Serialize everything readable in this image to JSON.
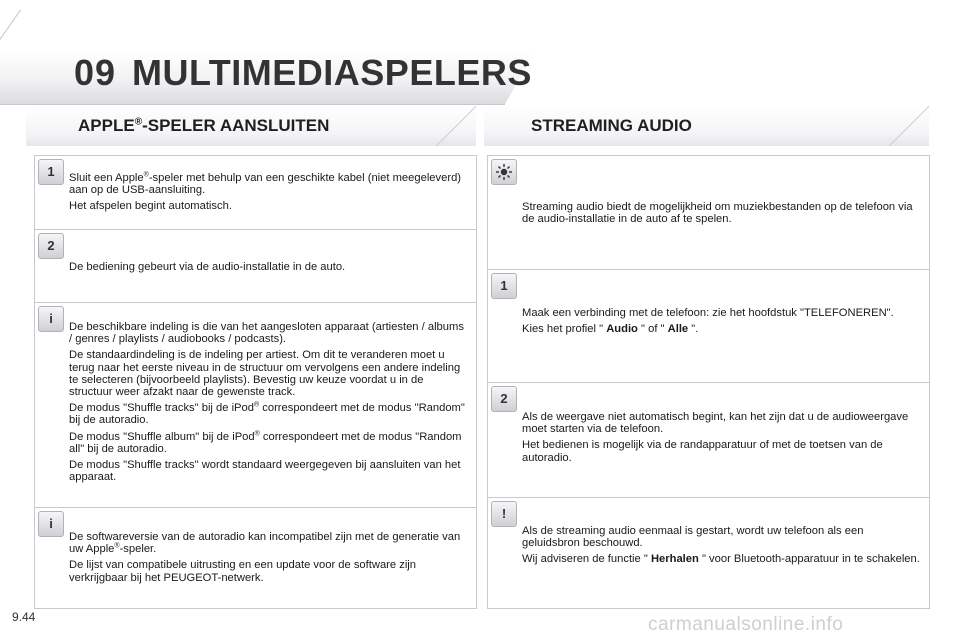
{
  "chapter": {
    "number": "09",
    "title": "MULTIMEDIASPELERS"
  },
  "left": {
    "title_prefix": "APPLE",
    "title_reg": "®",
    "title_suffix": "-SPELER AANSLUITEN",
    "rows": [
      {
        "badge": "1",
        "paragraphs": [
          [
            "Sluit een Apple",
            "®",
            "-speler met behulp van een geschikte kabel (niet meegeleverd) aan op de USB-aansluiting."
          ],
          [
            "Het afspelen begint automatisch."
          ]
        ]
      },
      {
        "badge": "2",
        "paragraphs": [
          [
            "De bediening gebeurt via de audio-installatie in de auto."
          ]
        ]
      },
      {
        "badge": "i",
        "paragraphs": [
          [
            "De beschikbare indeling is die van het aangesloten apparaat (artiesten / albums / genres / playlists / audiobooks / podcasts)."
          ],
          [
            "De standaardindeling is de indeling per artiest. Om dit te veranderen moet u terug naar het eerste niveau in de structuur om vervolgens een andere indeling te selecteren (bijvoorbeeld playlists). Bevestig uw keuze voordat u in de structuur weer afzakt naar de gewenste track."
          ],
          [
            "De modus \"Shuffle tracks\" bij de iPod",
            "®",
            " correspondeert met de modus \"Random\" bij de autoradio."
          ],
          [
            "De modus \"Shuffle album\" bij de iPod",
            "®",
            " correspondeert met de modus \"Random all\" bij de autoradio."
          ],
          [
            "De modus \"Shuffle tracks\" wordt standaard weergegeven bij aansluiten van het apparaat."
          ]
        ]
      },
      {
        "badge": "i",
        "paragraphs": [
          [
            "De softwareversie van de autoradio kan incompatibel zijn met de generatie van uw Apple",
            "®",
            "-speler."
          ],
          [
            "De lijst van compatibele uitrusting en een update voor de software zijn verkrijgbaar bij het PEUGEOT-netwerk."
          ]
        ]
      }
    ]
  },
  "right": {
    "title": "STREAMING AUDIO",
    "rows": [
      {
        "badge": "light",
        "paragraphs": [
          [
            "Streaming audio biedt de mogelijkheid om muziekbestanden op de telefoon via de audio-installatie in de auto af te spelen."
          ]
        ]
      },
      {
        "badge": "1",
        "paragraphs": [
          [
            "Maak een verbinding met de telefoon: zie het hoofdstuk \"TELEFONEREN\"."
          ],
          [
            "Kies het profiel \" ",
            "Audio",
            " \" of \" ",
            "Alle",
            " \"."
          ]
        ]
      },
      {
        "badge": "2",
        "paragraphs": [
          [
            "Als de weergave niet automatisch begint, kan het zijn dat u de audioweergave moet starten via de telefoon."
          ],
          [
            "Het bedienen is mogelijk via de randapparatuur of met de toetsen van de autoradio."
          ]
        ]
      },
      {
        "badge": "!",
        "paragraphs": [
          [
            "Als de streaming audio eenmaal is gestart, wordt uw telefoon als een geluidsbron beschouwd."
          ],
          [
            "Wij adviseren de functie \" ",
            "Herhalen",
            " \" voor Bluetooth-apparatuur in te schakelen."
          ]
        ]
      }
    ]
  },
  "footer": {
    "page": "9.44",
    "watermark": "carmanualsonline.info"
  }
}
